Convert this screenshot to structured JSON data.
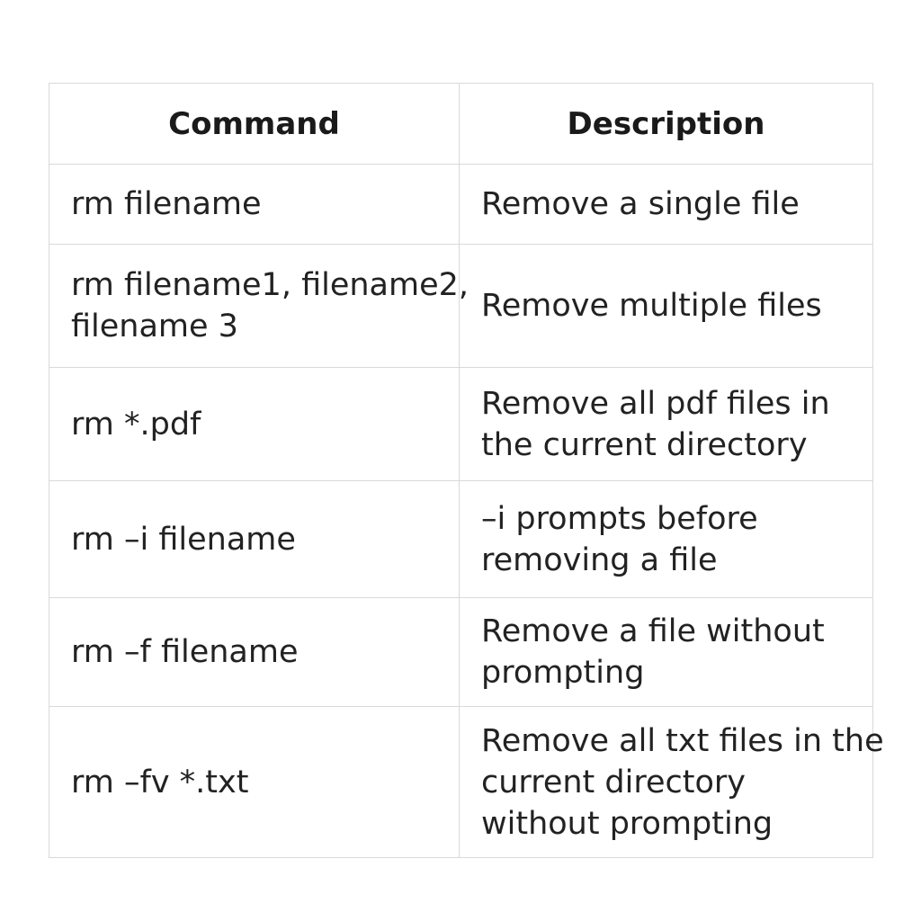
{
  "table": {
    "headers": [
      "Command",
      "Description"
    ],
    "rows": [
      {
        "command": [
          "rm filename"
        ],
        "description": [
          "Remove a single file"
        ]
      },
      {
        "command": [
          "rm filename1, filename2,",
          "filename 3"
        ],
        "description": [
          "Remove multiple files"
        ]
      },
      {
        "command": [
          "rm *.pdf"
        ],
        "description": [
          "Remove all pdf files in",
          "the current directory"
        ]
      },
      {
        "command": [
          "rm –i filename"
        ],
        "description": [
          "–i prompts before",
          "removing a file"
        ]
      },
      {
        "command": [
          "rm –f filename"
        ],
        "description": [
          "Remove a file without",
          "prompting"
        ]
      },
      {
        "command": [
          "rm –fv *.txt"
        ],
        "description": [
          "Remove all txt files in the",
          "current directory",
          "without prompting"
        ]
      }
    ]
  }
}
